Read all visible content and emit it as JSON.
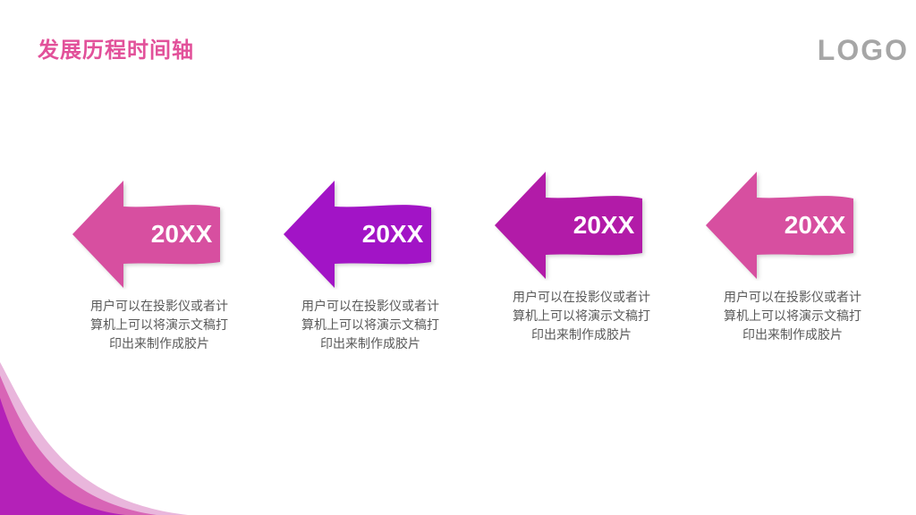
{
  "slide": {
    "title": "发展历程时间轴",
    "logo": "LOGO"
  },
  "colors": {
    "title": "#e2519a",
    "pink": "#d74fa0",
    "violet": "#a214c6",
    "magenta": "#b21ba8",
    "text": "#595959",
    "logo": "#a6a6a6"
  },
  "timeline": [
    {
      "year": "20XX",
      "color": "#d74fa0",
      "lines": [
        "用户可以在投影仪或者计",
        "算机上可以将演示文稿打",
        "印出来制作成胶片"
      ]
    },
    {
      "year": "20XX",
      "color": "#a214c6",
      "lines": [
        "用户可以在投影仪或者计",
        "算机上可以将演示文稿打",
        "印出来制作成胶片"
      ]
    },
    {
      "year": "20XX",
      "color": "#b21ba8",
      "lines": [
        "用户可以在投影仪或者计",
        "算机上可以将演示文稿打",
        "印出来制作成胶片"
      ]
    },
    {
      "year": "20XX",
      "color": "#d74fa0",
      "lines": [
        "用户可以在投影仪或者计",
        "算机上可以将演示文稿打",
        "印出来制作成胶片"
      ]
    }
  ]
}
